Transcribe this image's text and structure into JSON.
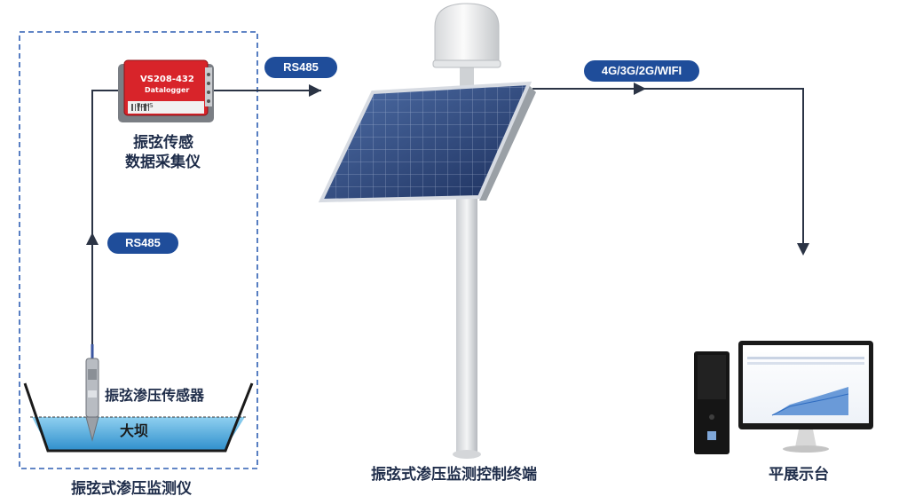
{
  "links": {
    "sensor_to_logger": "RS485",
    "logger_to_station": "RS485",
    "station_to_platform": "4G/3G/2G/WIFI"
  },
  "logger": {
    "model": "VS208-432",
    "name": "Datalogger",
    "cert": "RoHS",
    "label_line1": "振弦传感",
    "label_line2": "数据采集仪"
  },
  "sensor": {
    "label": "振弦渗压传感器"
  },
  "dam": {
    "label": "大坝"
  },
  "group_label": "振弦式渗压监测仪",
  "station_label": "振弦式渗压监测控制终端",
  "platform_label": "平展示台",
  "colors": {
    "pill": "#1f4d9a",
    "line": "#2b3445",
    "dash": "#2f5fb3",
    "water": "#3aa0d8",
    "logger_red": "#d8242a"
  }
}
